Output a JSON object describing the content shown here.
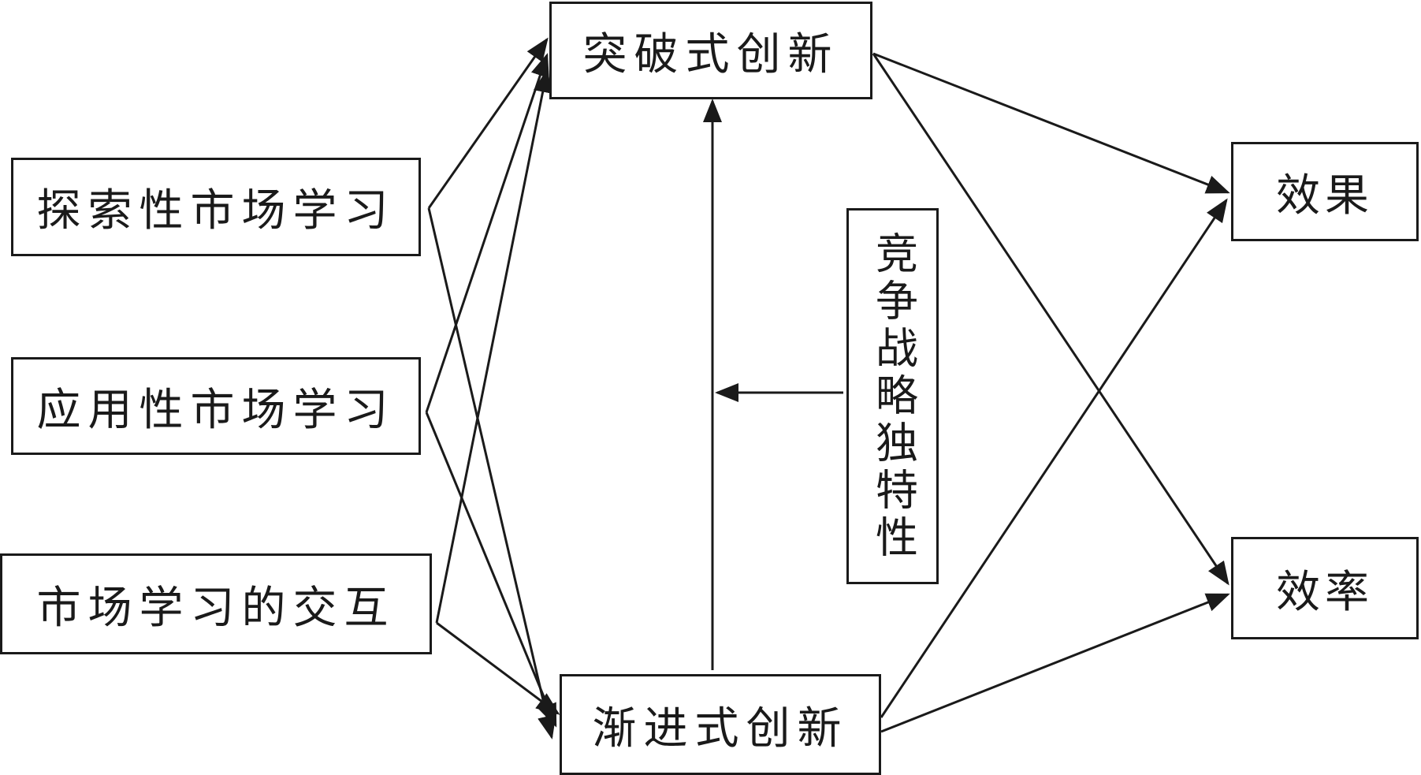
{
  "nodes": {
    "exploratory_learning": "探索性市场学习",
    "exploitative_learning": "应用性市场学习",
    "learning_interaction": "市场学习的交互",
    "radical_innovation": "突破式创新",
    "incremental_innovation": "渐进式创新",
    "effectiveness": "效果",
    "efficiency": "效率",
    "strategy_uniqueness": "竞争战略独特性"
  },
  "edges": [
    {
      "from": "探索性市场学习",
      "to": "突破式创新"
    },
    {
      "from": "探索性市场学习",
      "to": "渐进式创新"
    },
    {
      "from": "应用性市场学习",
      "to": "突破式创新"
    },
    {
      "from": "应用性市场学习",
      "to": "渐进式创新"
    },
    {
      "from": "市场学习的交互",
      "to": "突破式创新"
    },
    {
      "from": "市场学习的交互",
      "to": "渐进式创新"
    },
    {
      "from": "渐进式创新",
      "to": "突破式创新"
    },
    {
      "from": "竞争战略独特性",
      "to": "渐进式创新→突破式创新"
    },
    {
      "from": "突破式创新",
      "to": "效果"
    },
    {
      "from": "突破式创新",
      "to": "效率"
    },
    {
      "from": "渐进式创新",
      "to": "效果"
    },
    {
      "from": "渐进式创新",
      "to": "效率"
    }
  ],
  "colors": {
    "line": "#1a1a1a",
    "background": "#ffffff"
  }
}
